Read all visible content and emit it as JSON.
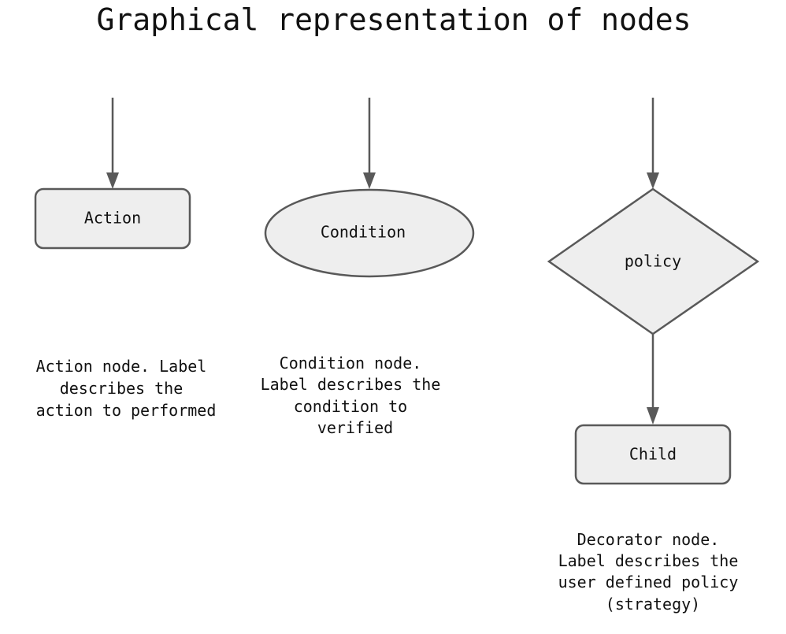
{
  "title": "Graphical representation of nodes",
  "nodes": {
    "action": {
      "label": "Action",
      "shape": "rounded-rectangle"
    },
    "condition": {
      "label": "Condition",
      "shape": "ellipse"
    },
    "policy": {
      "label": "policy",
      "shape": "diamond"
    },
    "child": {
      "label": "Child",
      "shape": "rounded-rectangle"
    }
  },
  "captions": {
    "action": [
      "Action node. Label",
      "describes the",
      "action to performed"
    ],
    "condition": [
      "Condition node.",
      "Label describes the",
      "condition to",
      "verified"
    ],
    "decorator": [
      "Decorator node.",
      "Label describes the",
      "user defined policy",
      "(strategy)"
    ]
  },
  "colors": {
    "node_fill": "#eeeeee",
    "stroke": "#595959",
    "text": "#111111",
    "background": "#ffffff"
  }
}
